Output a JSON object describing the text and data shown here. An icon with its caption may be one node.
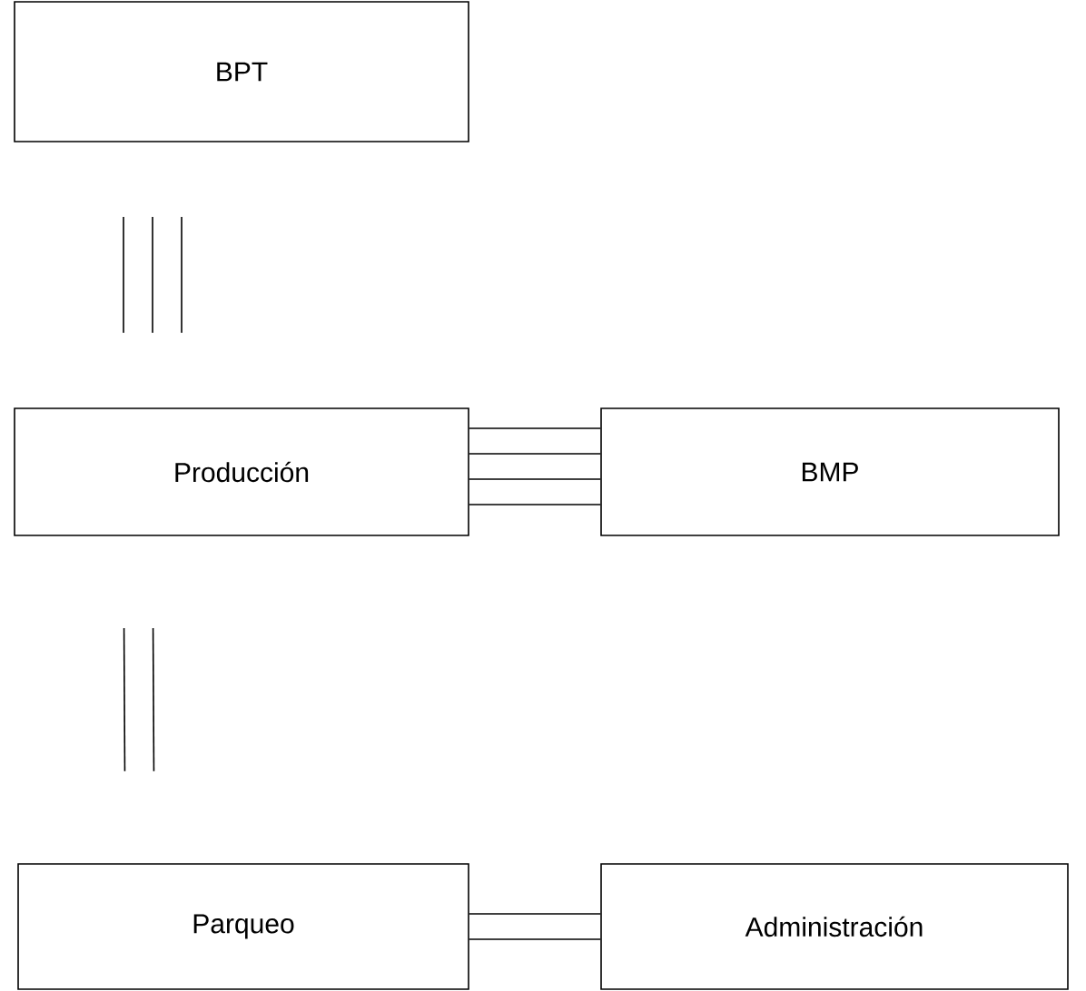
{
  "diagram": {
    "nodes": [
      {
        "text": [
          "BPT"
        ]
      },
      {
        "text": [
          "Producción"
        ]
      },
      {
        "text": [
          "BMP"
        ]
      },
      {
        "text": [
          "Parqueo"
        ]
      },
      {
        "text": [
          "Administración"
        ]
      }
    ],
    "edges": [
      {
        "from": 0,
        "to": 1,
        "arrow": "none"
      },
      {
        "from": 0,
        "to": 1,
        "arrow": "none"
      },
      {
        "from": 0,
        "to": 1,
        "arrow": "none"
      },
      {
        "from": 1,
        "to": 2,
        "arrow": "none"
      },
      {
        "from": 1,
        "to": 2,
        "arrow": "none"
      },
      {
        "from": 1,
        "to": 2,
        "arrow": "none"
      },
      {
        "from": 1,
        "to": 2,
        "arrow": "none"
      },
      {
        "from": 1,
        "to": 3,
        "arrow": "none"
      },
      {
        "from": 1,
        "to": 3,
        "arrow": "none"
      },
      {
        "from": 3,
        "to": 4,
        "arrow": "none"
      },
      {
        "from": 3,
        "to": 4,
        "arrow": "none"
      }
    ]
  }
}
